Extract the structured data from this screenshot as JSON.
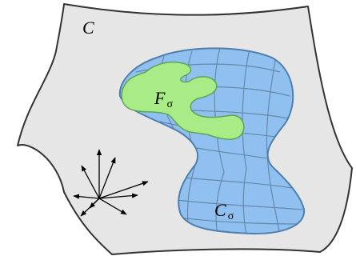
{
  "labels": {
    "outer_region": "C",
    "subset_region": "C",
    "subset_subscript": "σ",
    "inner_region": "F",
    "inner_subscript": "σ"
  },
  "colors": {
    "outer_fill": "#e6e6e6",
    "outer_stroke": "#333333",
    "blue_fill": "#8fc0f0",
    "blue_stroke": "#4f7faf",
    "green_fill": "#a9ec87",
    "green_stroke": "#5fa35a",
    "grid_line": "#5f7f9f",
    "vector_color": "#000000"
  }
}
